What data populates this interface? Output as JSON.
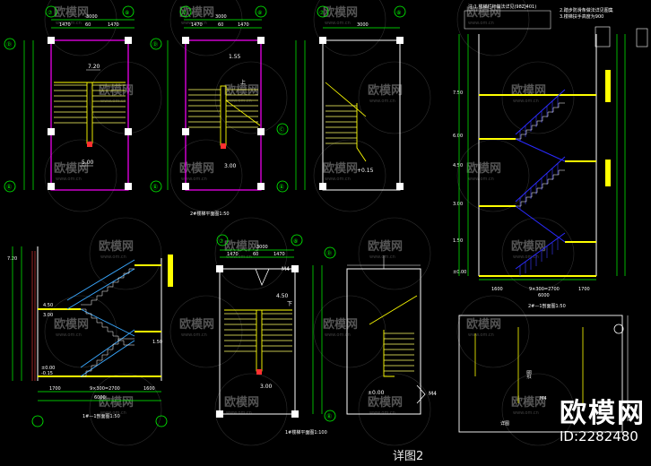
{
  "watermark": {
    "text": "欧模网",
    "url": "www.om.cn"
  },
  "brand": {
    "name": "欧模网",
    "id_label": "ID:2282480"
  },
  "detail_title": "详图2",
  "colors": {
    "green": "#00ff00",
    "magenta": "#ff00ff",
    "yellow": "#ffff00",
    "blue": "#0000ff",
    "white": "#ffffff",
    "cyan": "#00ffff",
    "red": "#ff3030"
  },
  "plans": {
    "p1": {
      "dim_top": "3000",
      "dim_seg": [
        "1470",
        "60",
        "1470"
      ],
      "elev": "7.20",
      "land": "5.00",
      "axis": [
        "⑦",
        "⑧",
        "Ⓓ",
        "Ⓑ"
      ]
    },
    "p2": {
      "dim_top": "3000",
      "dim_seg": [
        "1470",
        "60",
        "1470"
      ],
      "elev": "1.55",
      "land": "3.00",
      "up": "上",
      "caption": "2#楼梯平面图1:50",
      "axis": [
        "⑦",
        "⑧",
        "Ⓓ",
        "Ⓑ"
      ]
    },
    "p3": {
      "dim_top": "3000",
      "elev": "+0.15",
      "axis": [
        "⑦",
        "⑧",
        "Ⓒ",
        "Ⓑ"
      ]
    },
    "p4": {
      "dim_top": "3000",
      "dim_seg": [
        "1470",
        "60",
        "1470"
      ],
      "elev": "4.50",
      "land": "3.00",
      "down": "下",
      "mark": "M4",
      "caption": "1#楼梯平面图1:100",
      "axis": [
        "⑦",
        "⑧",
        "Ⓓ",
        "Ⓑ"
      ]
    },
    "p5": {
      "elev": "±0.00",
      "mark": "M4"
    }
  },
  "sections": {
    "s1": {
      "caption": "1#—1剖面图1:50",
      "levels": [
        "7.20",
        "4.50",
        "3.00",
        "1.50",
        "±0.00",
        "-0.15"
      ],
      "dims": [
        "1700",
        "9×300=2700",
        "1600"
      ],
      "total": "6000"
    },
    "s2": {
      "caption": "2#—1剖面图1:50",
      "levels": [
        "7.50",
        "6.00",
        "4.50",
        "3.00",
        "1.50",
        "±0.00"
      ],
      "dims": [
        "1600",
        "9×300=2700",
        "1700"
      ],
      "total": "6000"
    }
  },
  "notes": [
    "注:1.楼梯栏杆做法详见(98ZJ401)",
    "2.踏步防滑条做法详见图集",
    "3.楼梯扶手高度为900"
  ],
  "detail_box": {
    "label": "详图",
    "mark": "M4"
  }
}
